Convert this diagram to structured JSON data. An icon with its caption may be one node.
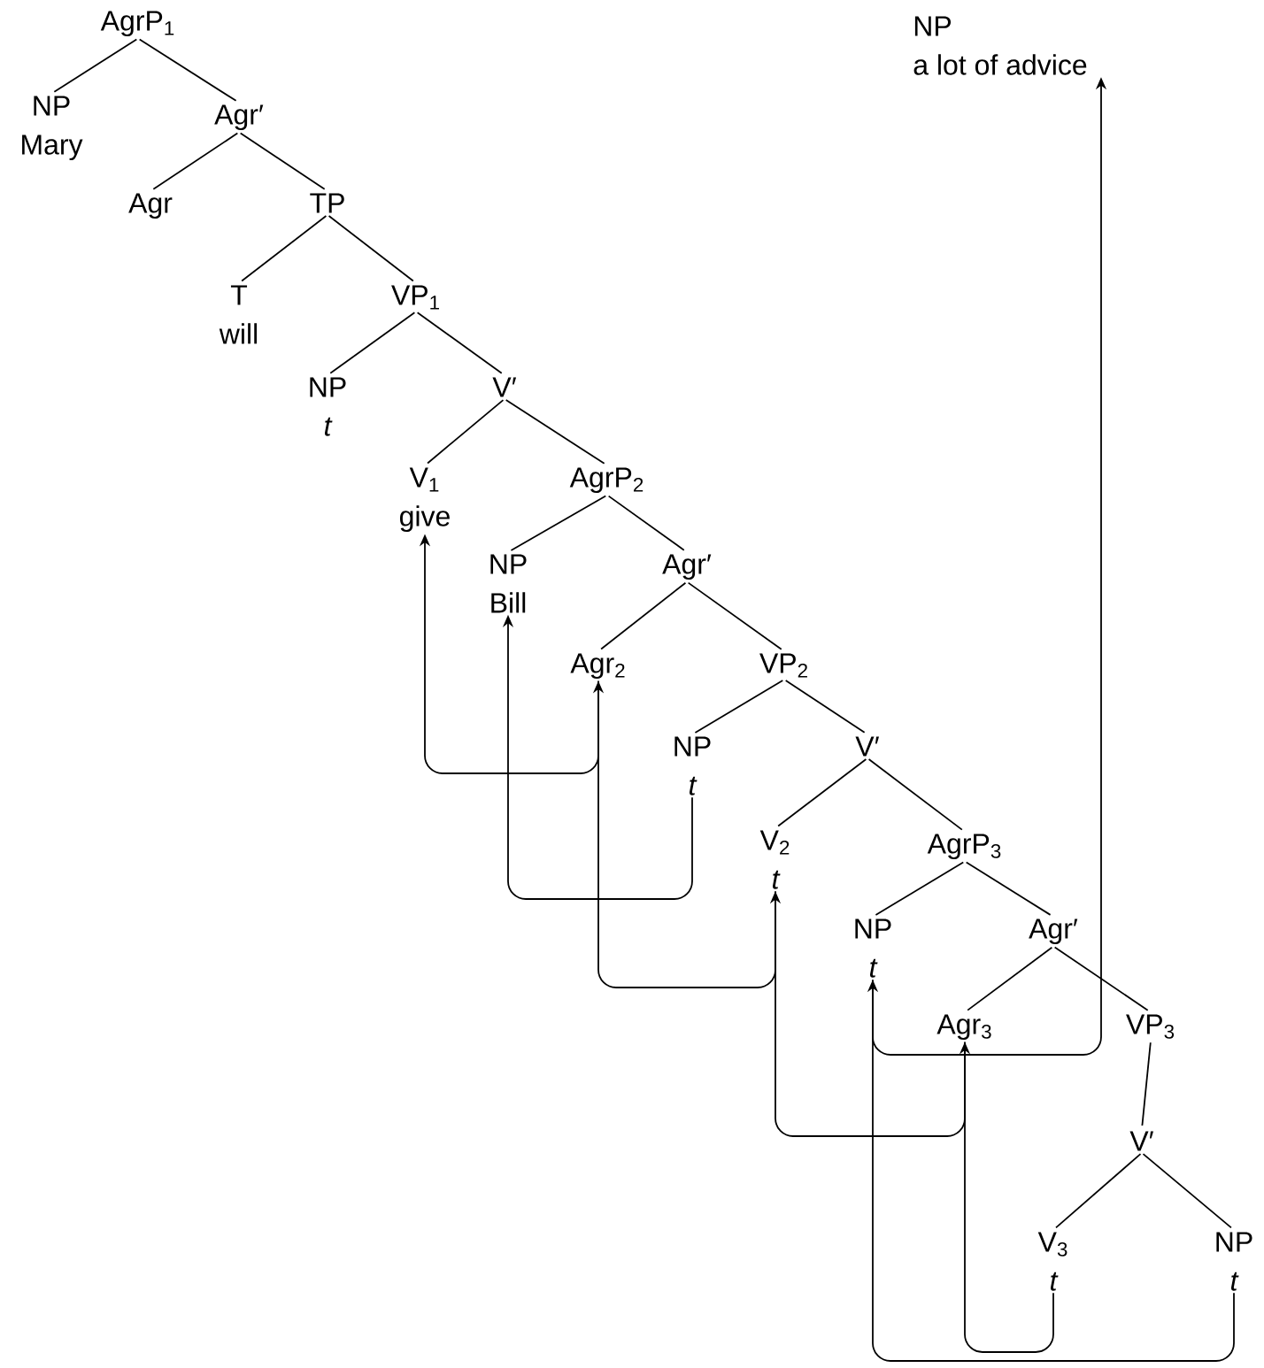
{
  "diagram": {
    "nodes": [
      {
        "text": [
          "AgrP$_{1}$"
        ]
      },
      {
        "text": [
          "NP",
          "Mary"
        ]
      },
      {
        "text": [
          "Agr′"
        ]
      },
      {
        "text": [
          "Agr"
        ]
      },
      {
        "text": [
          "TP"
        ]
      },
      {
        "text": [
          "T",
          "will"
        ]
      },
      {
        "text": [
          "VP$_{1}$"
        ]
      },
      {
        "text": [
          "NP",
          "t"
        ]
      },
      {
        "text": [
          "V′"
        ]
      },
      {
        "text": [
          "V$_{1}$",
          "give"
        ]
      },
      {
        "text": [
          "AgrP$_{2}$"
        ]
      },
      {
        "text": [
          "NP",
          "Bill"
        ]
      },
      {
        "text": [
          "Agr′"
        ]
      },
      {
        "text": [
          "Agr$_{2}$"
        ]
      },
      {
        "text": [
          "VP$_{2}$"
        ]
      },
      {
        "text": [
          "NP",
          "t"
        ]
      },
      {
        "text": [
          "V′"
        ]
      },
      {
        "text": [
          "V$_{2}$",
          "t"
        ]
      },
      {
        "text": [
          "AgrP$_{3}$"
        ]
      },
      {
        "text": [
          "NP",
          "t"
        ]
      },
      {
        "text": [
          "Agr′"
        ]
      },
      {
        "text": [
          "Agr$_{3}$"
        ]
      },
      {
        "text": [
          "VP$_{3}$"
        ]
      },
      {
        "text": [
          "V′"
        ]
      },
      {
        "text": [
          "V$_{3}$",
          "t"
        ]
      },
      {
        "text": [
          "NP",
          "t"
        ]
      },
      {
        "text": [
          "NP",
          "a lot of advice"
        ]
      }
    ],
    "edges": [
      {
        "from": 0,
        "to": 1,
        "arrow": "none"
      },
      {
        "from": 0,
        "to": 2,
        "arrow": "none"
      },
      {
        "from": 2,
        "to": 3,
        "arrow": "none"
      },
      {
        "from": 2,
        "to": 4,
        "arrow": "none"
      },
      {
        "from": 4,
        "to": 5,
        "arrow": "none"
      },
      {
        "from": 4,
        "to": 6,
        "arrow": "none"
      },
      {
        "from": 6,
        "to": 7,
        "arrow": "none"
      },
      {
        "from": 6,
        "to": 8,
        "arrow": "none"
      },
      {
        "from": 8,
        "to": 9,
        "arrow": "none"
      },
      {
        "from": 8,
        "to": 10,
        "arrow": "none"
      },
      {
        "from": 10,
        "to": 11,
        "arrow": "none"
      },
      {
        "from": 10,
        "to": 12,
        "arrow": "none"
      },
      {
        "from": 12,
        "to": 13,
        "arrow": "none"
      },
      {
        "from": 12,
        "to": 14,
        "arrow": "none"
      },
      {
        "from": 14,
        "to": 15,
        "arrow": "none"
      },
      {
        "from": 14,
        "to": 16,
        "arrow": "none"
      },
      {
        "from": 16,
        "to": 17,
        "arrow": "none"
      },
      {
        "from": 16,
        "to": 18,
        "arrow": "none"
      },
      {
        "from": 18,
        "to": 19,
        "arrow": "none"
      },
      {
        "from": 18,
        "to": 20,
        "arrow": "none"
      },
      {
        "from": 20,
        "to": 21,
        "arrow": "none"
      },
      {
        "from": 20,
        "to": 22,
        "arrow": "none"
      },
      {
        "from": 22,
        "to": 23,
        "arrow": "none"
      },
      {
        "from": 23,
        "to": 24,
        "arrow": "none"
      },
      {
        "from": 23,
        "to": 25,
        "arrow": "none"
      },
      {
        "from": 13,
        "to": 9,
        "arrow": "to"
      },
      {
        "from": 15,
        "to": 11,
        "arrow": "to"
      },
      {
        "from": 17,
        "to": 13,
        "arrow": "to"
      },
      {
        "from": 21,
        "to": 17,
        "arrow": "to"
      },
      {
        "from": 24,
        "to": 21,
        "arrow": "to"
      },
      {
        "from": 25,
        "to": 19,
        "arrow": "to"
      },
      {
        "from": 19,
        "to": 26,
        "arrow": "to"
      }
    ]
  }
}
